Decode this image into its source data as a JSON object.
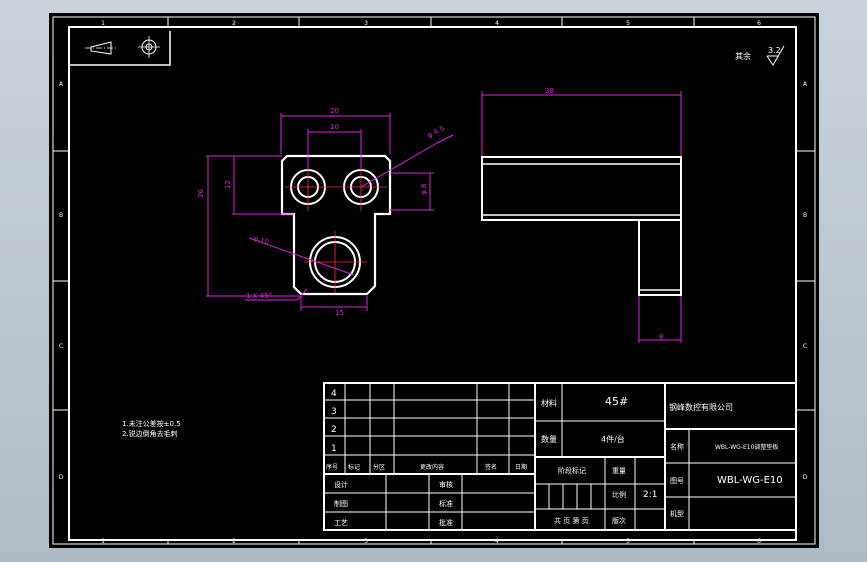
{
  "zone_labels": {
    "top": [
      "1",
      "2",
      "3",
      "4",
      "5",
      "6"
    ],
    "bottom": [
      "1",
      "2",
      "3",
      "4",
      "5",
      "6"
    ],
    "left": [
      "A",
      "B",
      "C",
      "D"
    ],
    "right": [
      "A",
      "B",
      "C",
      "D"
    ]
  },
  "roughness": {
    "label": "其余",
    "value": "3.2"
  },
  "front_view_dims": {
    "width_top": "20",
    "hole_spacing": "10",
    "hole_dia": "φ 4.5",
    "height_total": "26",
    "height_upper": "12",
    "small_dim": "φ 8",
    "big_hole": "φ 10",
    "chamfer": "1 X 45°",
    "bottom_width": "15"
  },
  "side_view_dims": {
    "length": "38",
    "thickness": "8"
  },
  "notes": [
    "1.未注公差按±0.5",
    "2.锐边倒角去毛刺"
  ],
  "title_block": {
    "rev_numbers": [
      "4",
      "3",
      "2",
      "1"
    ],
    "rev_headers": [
      "序号",
      "标记",
      "分区",
      "更改内容",
      "签名",
      "日期"
    ],
    "signatures": [
      {
        "left": "设计",
        "right": "审核"
      },
      {
        "left": "制图",
        "right": "标准"
      },
      {
        "left": "工艺",
        "right": "批准"
      }
    ],
    "material_label": "材料",
    "material_value": "45#",
    "quantity_label": "数量",
    "quantity_value": "4件/台",
    "stage_label": "阶段标记",
    "weight_label": "重量",
    "scale_label": "比例",
    "scale_value": "2:1",
    "sheets_label": "共 页 第 页",
    "version_label": "版次",
    "company": "钢峰数控有限公司",
    "name_label": "名称",
    "part_name": "WBL-WG-E10调整垫板",
    "drawing_no_label": "图号",
    "drawing_no": "WBL-WG-E10",
    "machine_label": "机型"
  }
}
